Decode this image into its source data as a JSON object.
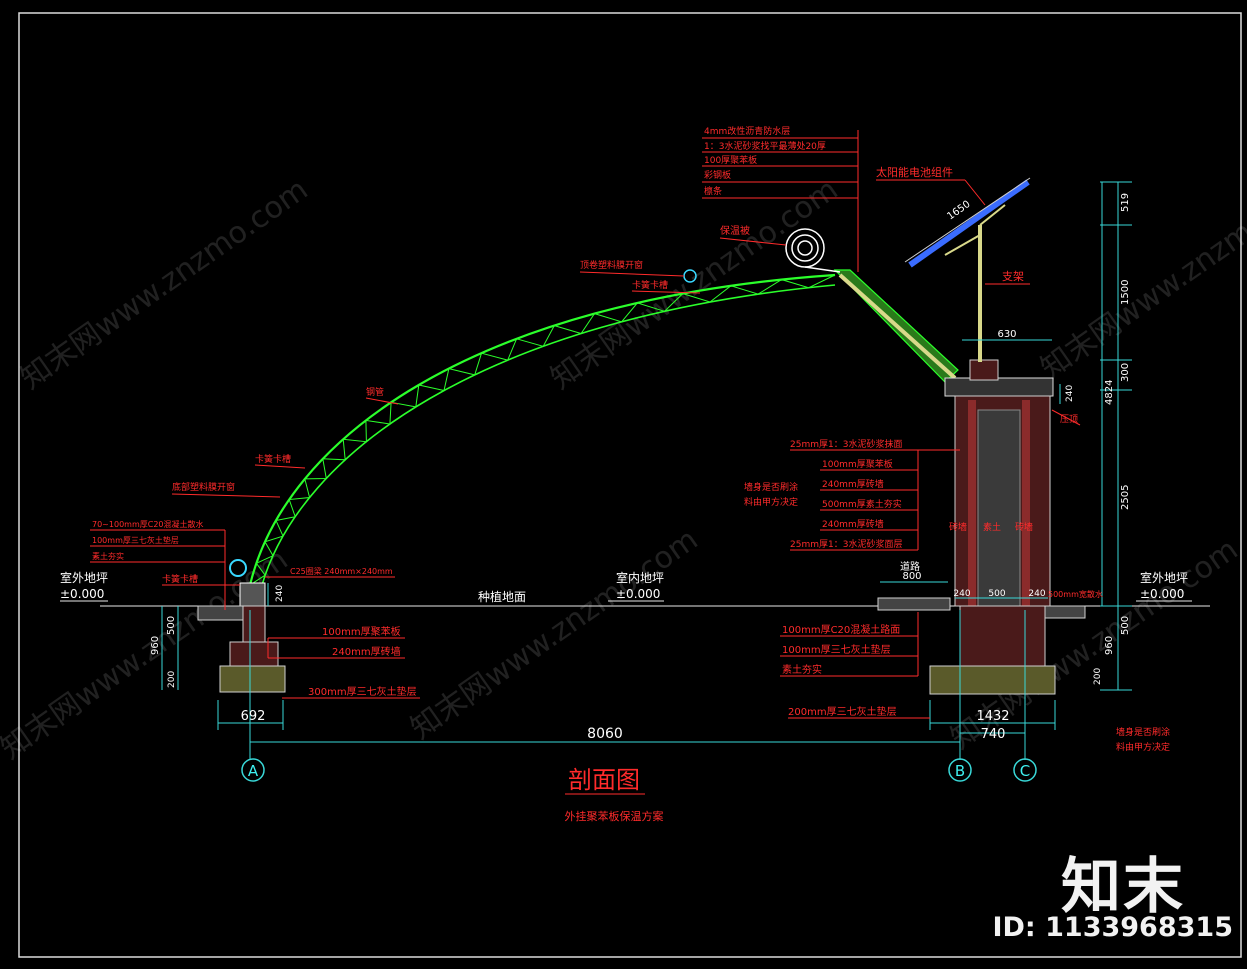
{
  "title": "剖面图",
  "subtitle": "外挂聚苯板保温方案",
  "watermark": "知末网www.znzmo.com",
  "brand": "知末",
  "drawing_id": "ID: 1133968315",
  "labels": {
    "outdoor_ground": "室外地坪",
    "outdoor_level": "±0.000",
    "indoor_ground": "室内地坪",
    "indoor_level": "±0.000",
    "planting_ground": "种植地面",
    "solar_module": "太阳能电池组件",
    "bracket": "支架",
    "insulation_quilt": "保温被",
    "top_film_mech": "顶卷塑料膜开窗",
    "clamp_slot_top": "卡簧卡槽",
    "steel_pipe": "钢管",
    "clamp_slot_mid": "卡簧卡槽",
    "bottom_film_mech": "底部塑料膜开窗",
    "clamp_slot_low": "卡簧卡槽",
    "c25_ring_beam": "C25圈梁 240mm×240mm",
    "road": "道路",
    "parapet": "压顶",
    "wall_note_a": "墙身是否刷涂",
    "wall_note_b": "料由甲方决定",
    "side_note_a": "墙身是否刷涂",
    "side_note_b": "料由甲方决定",
    "scatter_water": "500mm宽散水"
  },
  "roof_layers": [
    "4mm改性沥青防水层",
    "1：3水泥砂浆找平最薄处20厚",
    "100厚聚苯板",
    "彩钢板",
    "檩条"
  ],
  "wall_layers": [
    "25mm厚1：3水泥砂浆抹面",
    "100mm厚聚苯板",
    "240mm厚砖墙",
    "500mm厚素土夯实",
    "240mm厚砖墙",
    "25mm厚1：3水泥砂浆面层"
  ],
  "left_foundation_layers": [
    "70~100mm厚C20混凝土散水",
    "100mm厚三七灰土垫层",
    "素土夯实"
  ],
  "left_base_layers": [
    "100mm厚聚苯板",
    "240mm厚砖墙",
    "300mm厚三七灰土垫层"
  ],
  "right_road_layers": [
    "100mm厚C20混凝土路面",
    "100mm厚三七灰土垫层",
    "素土夯实",
    "200mm厚三七灰土垫层"
  ],
  "wall_inner_labels": [
    "砖墙",
    "素土",
    "砖墙"
  ],
  "dimensions": {
    "span_total": "8060",
    "left_footing": "692",
    "right_footing": "1432",
    "axis_bc": "740",
    "height_total": "4824",
    "panel_height": "519",
    "bracket_height": "1500",
    "parapet_height": "300",
    "wall_height": "2505",
    "below_grade_right": "960",
    "below_grade_left": "960",
    "depth_500_left": "500",
    "depth_500_right": "500",
    "depth_200_left": "200",
    "depth_200_right": "200",
    "top_width": "630",
    "panel_length": "1650",
    "beam_240_left": "240",
    "beam_240_right": "240",
    "road_width": "800",
    "wall_240a": "240",
    "wall_500": "500",
    "wall_240b": "240"
  },
  "axes": [
    "A",
    "B",
    "C"
  ]
}
